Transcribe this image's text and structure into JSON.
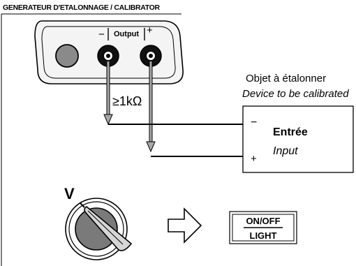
{
  "calibrator": {
    "header": "GENERATEUR D'ETALONNAGE / CALIBRATOR",
    "output_label": "Output",
    "minus_mark": "−",
    "plus_mark": "+"
  },
  "resistance_label": "≥1kΩ",
  "device": {
    "title_fr": "Objet à étalonner",
    "title_en": "Device to be calibrated",
    "minus_mark": "−",
    "plus_mark": "+",
    "input_fr": "Entrée",
    "input_en": "Input"
  },
  "selector": {
    "position_label": "V"
  },
  "button": {
    "top_label": "ON/OFF",
    "bottom_label": "LIGHT"
  },
  "icons": {
    "arrow": "hollow-right-arrow-icon",
    "knob": "rotary-selector-icon",
    "jacks": "banana-jack-icon"
  }
}
